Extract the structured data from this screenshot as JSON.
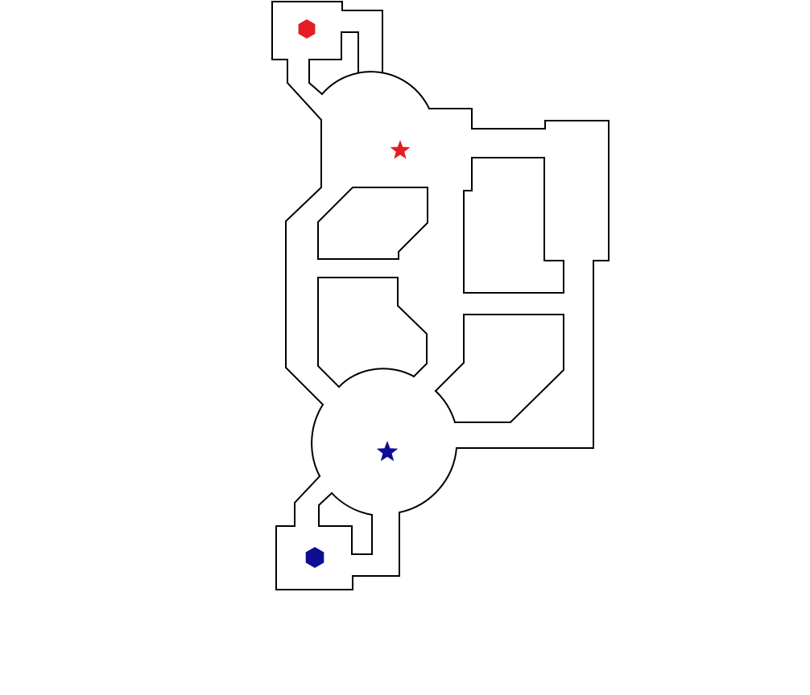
{
  "map": {
    "background_color": "#ffffff",
    "wall_color": "#000000",
    "markers": [
      {
        "name": "red-hexagon-icon",
        "shape": "hexagon",
        "team": "red",
        "color": "#e51c23"
      },
      {
        "name": "red-star-icon",
        "shape": "star",
        "team": "red",
        "color": "#e51c23"
      },
      {
        "name": "blue-star-icon",
        "shape": "star",
        "team": "blue",
        "color": "#0d0d96"
      },
      {
        "name": "blue-hexagon-icon",
        "shape": "hexagon",
        "team": "blue",
        "color": "#0d0d96"
      }
    ]
  }
}
